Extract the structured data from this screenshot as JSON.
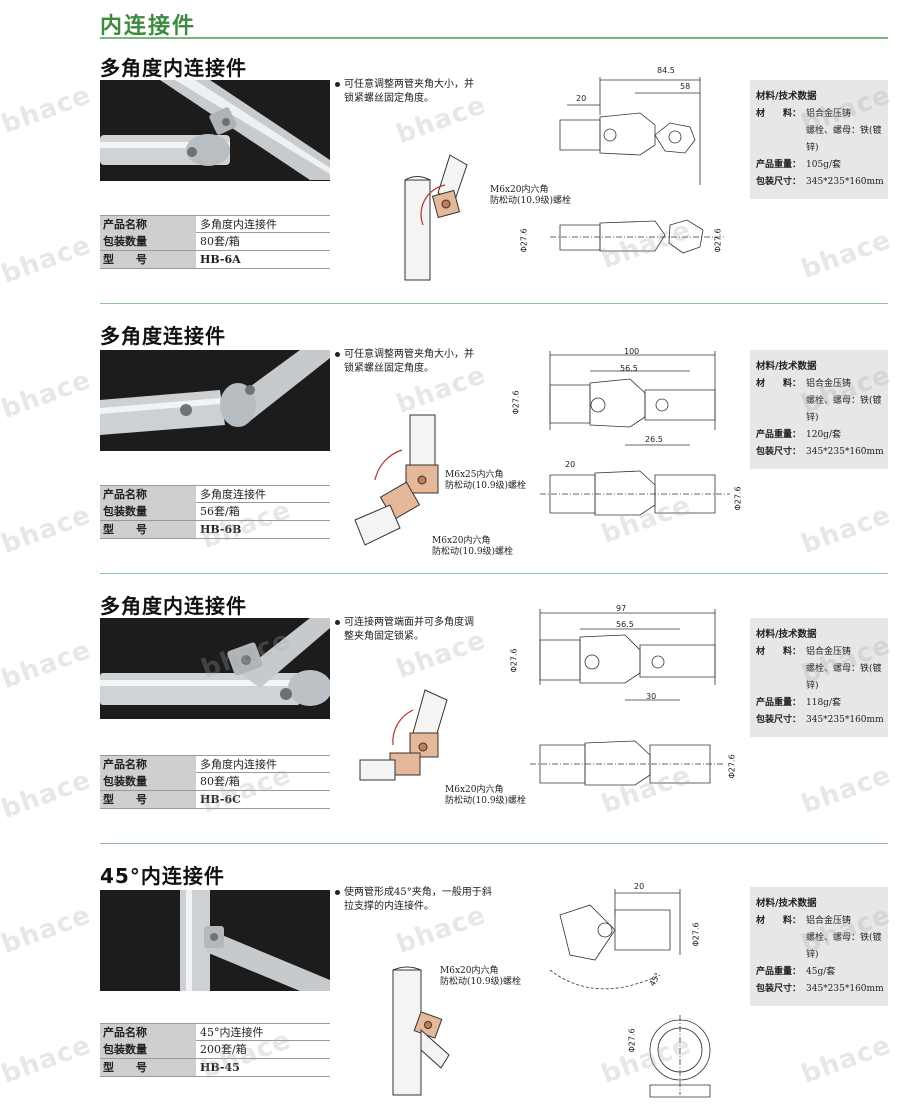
{
  "page": {
    "title": "内连接件"
  },
  "watermark": "bhace",
  "common": {
    "bolt_20": "M6x20内六角",
    "bolt_25": "M6x25内六角",
    "bolt_grade": "防松动(10.9级)螺栓"
  },
  "sections": [
    {
      "title": "多角度内连接件",
      "bullet": [
        "可任意调整两管夹角大小，并",
        "锁紧螺丝固定角度。"
      ],
      "specs": [
        {
          "key": "产品名称",
          "value": "多角度内连接件"
        },
        {
          "key": "包装数量",
          "value": "80套/箱"
        },
        {
          "key": "型　　号",
          "value": "HB-6A"
        }
      ],
      "dims": [
        "84.5",
        "20",
        "58",
        "Φ27.6",
        "Φ27.6"
      ],
      "data": {
        "head": "材料/技术数据",
        "material_key": "材　　料：",
        "material": [
          "铝合金压铸",
          "螺栓、螺母：铁(镀锌)"
        ],
        "weight_key": "产品重量：",
        "weight": "105g/套",
        "size_key": "包装尺寸：",
        "size": "345*235*160mm"
      }
    },
    {
      "title": "多角度连接件",
      "bullet": [
        "可任意调整两管夹角大小，并",
        "锁紧螺丝固定角度。"
      ],
      "specs": [
        {
          "key": "产品名称",
          "value": "多角度连接件"
        },
        {
          "key": "包装数量",
          "value": "56套/箱"
        },
        {
          "key": "型　　号",
          "value": "HB-6B"
        }
      ],
      "dims": [
        "100",
        "56.5",
        "Φ27.6",
        "26.5",
        "20",
        "Φ27.6"
      ],
      "data": {
        "head": "材料/技术数据",
        "material_key": "材　　料：",
        "material": [
          "铝合金压铸",
          "螺栓、螺母：铁(镀锌)"
        ],
        "weight_key": "产品重量：",
        "weight": "120g/套",
        "size_key": "包装尺寸：",
        "size": "345*235*160mm"
      }
    },
    {
      "title": "多角度内连接件",
      "bullet": [
        "可连接两管端面并可多角度调",
        "整夹角固定锁紧。"
      ],
      "specs": [
        {
          "key": "产品名称",
          "value": "多角度内连接件"
        },
        {
          "key": "包装数量",
          "value": "80套/箱"
        },
        {
          "key": "型　　号",
          "value": "HB-6C"
        }
      ],
      "dims": [
        "97",
        "56.5",
        "Φ27.6",
        "30",
        "Φ27.6"
      ],
      "data": {
        "head": "材料/技术数据",
        "material_key": "材　　料：",
        "material": [
          "铝合金压铸",
          "螺栓、螺母：铁(镀锌)"
        ],
        "weight_key": "产品重量：",
        "weight": "118g/套",
        "size_key": "包装尺寸：",
        "size": "345*235*160mm"
      }
    },
    {
      "title": "45°内连接件",
      "bullet": [
        "使两管形成45°夹角，一般用于斜",
        "拉支撑的内连接件。"
      ],
      "specs": [
        {
          "key": "产品名称",
          "value": "45°内连接件"
        },
        {
          "key": "包装数量",
          "value": "200套/箱"
        },
        {
          "key": "型　　号",
          "value": "HB-45"
        }
      ],
      "dims": [
        "20",
        "Φ27.6",
        "45°",
        "Φ27.6"
      ],
      "data": {
        "head": "材料/技术数据",
        "material_key": "材　　料：",
        "material": [
          "铝合金压铸",
          "螺栓、螺母：铁(镀锌)"
        ],
        "weight_key": "产品重量：",
        "weight": "45g/套",
        "size_key": "包装尺寸：",
        "size": "345*235*160mm"
      }
    }
  ]
}
